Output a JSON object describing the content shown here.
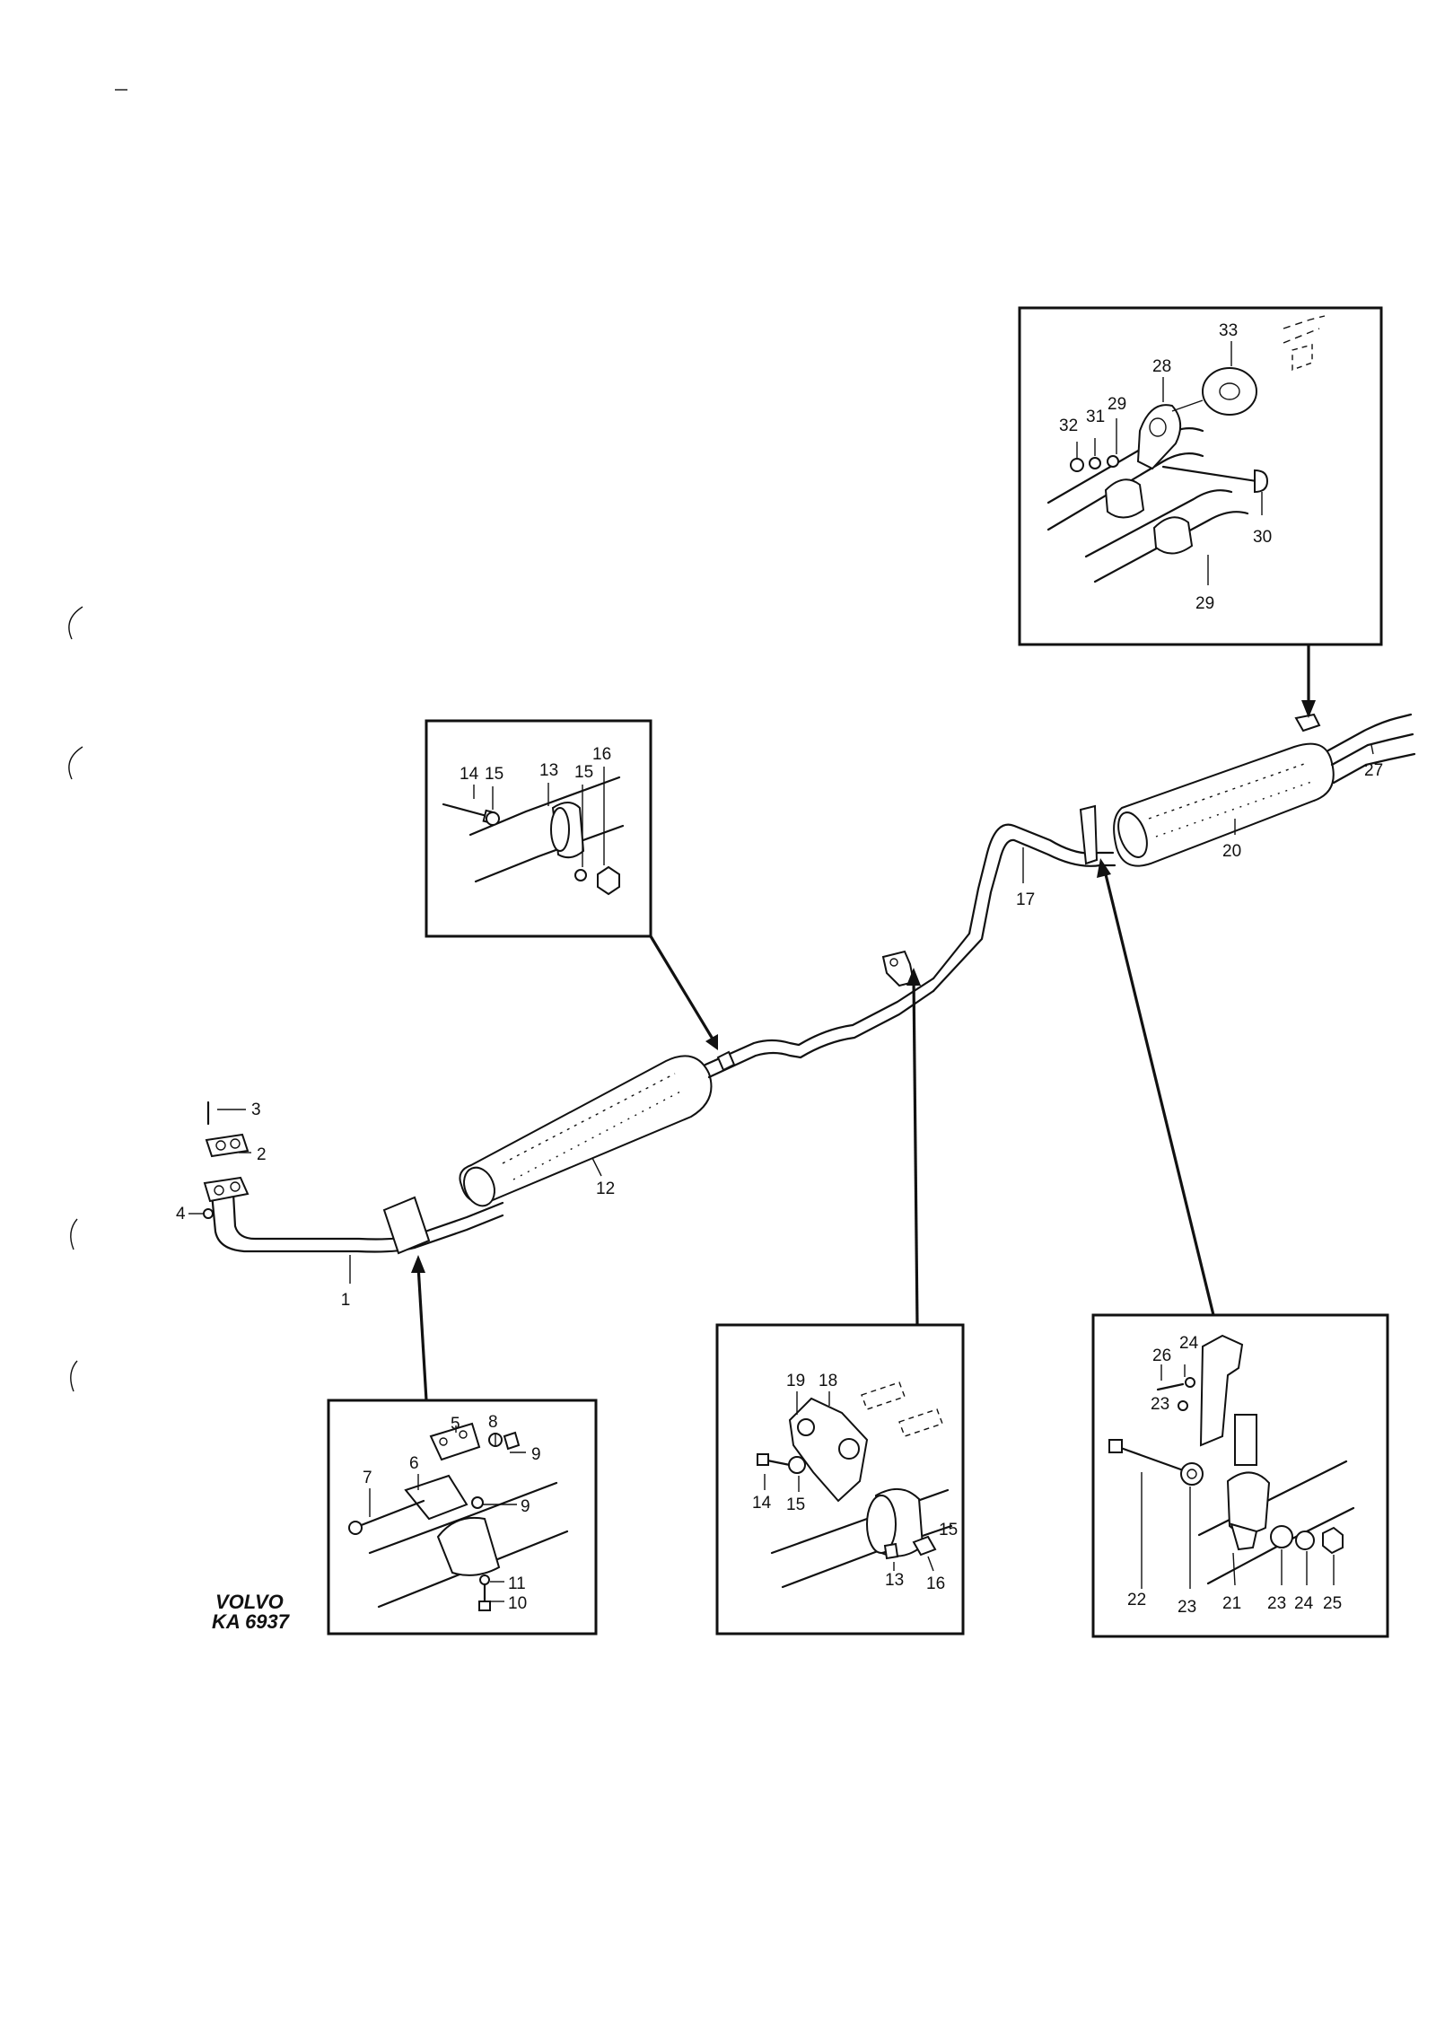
{
  "brand": {
    "name": "VOLVO",
    "code": "KA 6937"
  },
  "labels": {
    "main": [
      "1",
      "2",
      "3",
      "4",
      "12",
      "17",
      "20",
      "27"
    ],
    "detail_top_right": [
      "28",
      "29",
      "29",
      "30",
      "31",
      "32",
      "33"
    ],
    "detail_clamp": [
      "13",
      "14",
      "15",
      "15",
      "16"
    ],
    "detail_front_hanger": [
      "5",
      "6",
      "7",
      "8",
      "9",
      "9",
      "10",
      "11"
    ],
    "detail_mid_hanger": [
      "13",
      "14",
      "15",
      "15",
      "16",
      "18",
      "19"
    ],
    "detail_rear_hanger": [
      "21",
      "22",
      "23",
      "23",
      "23",
      "24",
      "24",
      "25",
      "26"
    ]
  }
}
